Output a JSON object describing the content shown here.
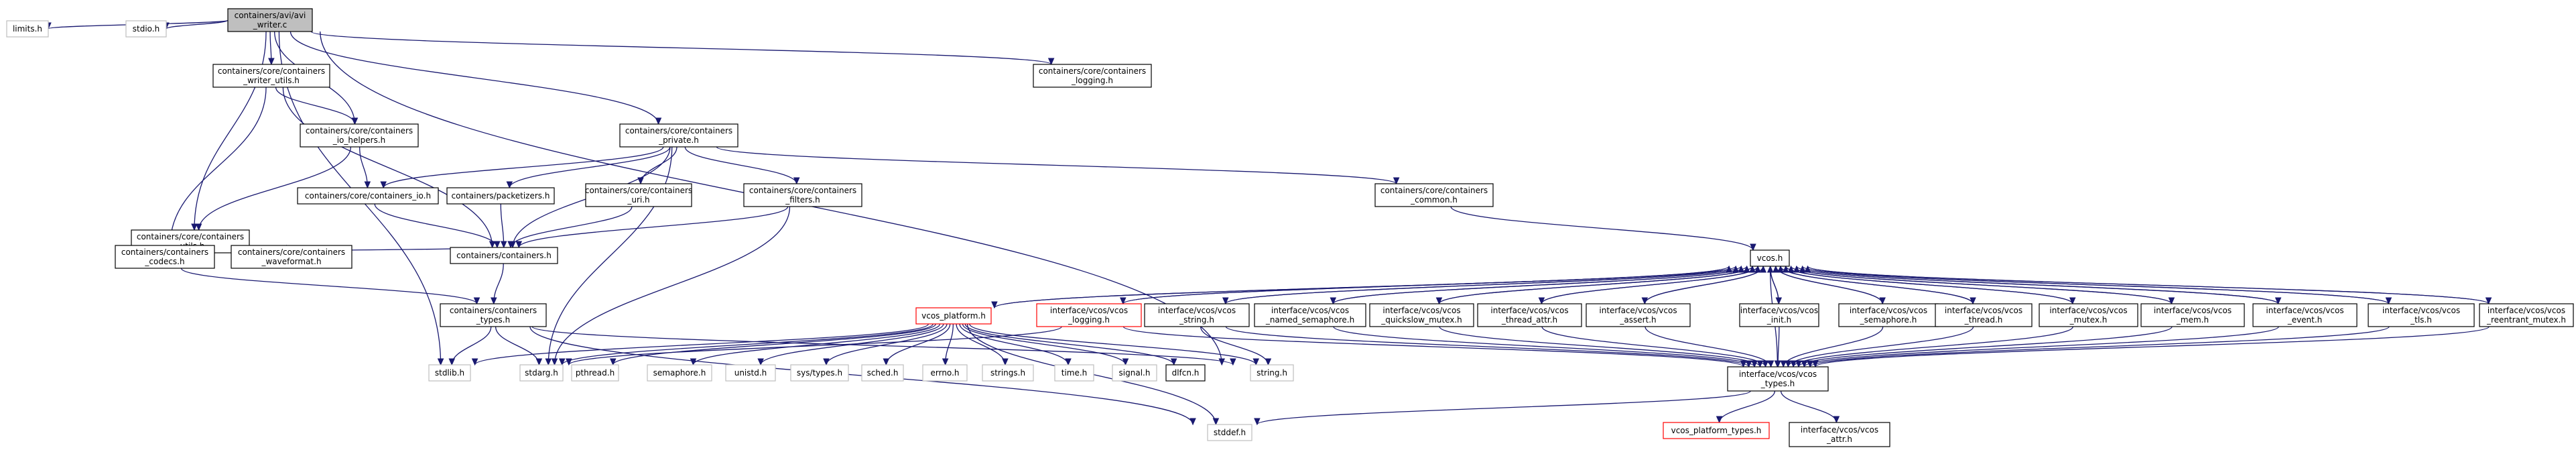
{
  "graph": {
    "nodes": [
      {
        "id": "avi_writer",
        "lines": [
          "containers/avi/avi",
          "_writer.c"
        ],
        "style": "root"
      },
      {
        "id": "limits",
        "lines": [
          "limits.h"
        ],
        "style": "plain"
      },
      {
        "id": "stdio",
        "lines": [
          "stdio.h"
        ],
        "style": "plain"
      },
      {
        "id": "writer_utils",
        "lines": [
          "containers/core/containers",
          "_writer_utils.h"
        ],
        "style": "box"
      },
      {
        "id": "logging_top",
        "lines": [
          "containers/core/containers",
          "_logging.h"
        ],
        "style": "box"
      },
      {
        "id": "io_helpers",
        "lines": [
          "containers/core/containers",
          "_io_helpers.h"
        ],
        "style": "box"
      },
      {
        "id": "private",
        "lines": [
          "containers/core/containers",
          "_private.h"
        ],
        "style": "box"
      },
      {
        "id": "core_utils",
        "lines": [
          "containers/core/containers",
          "_utils.h"
        ],
        "style": "box"
      },
      {
        "id": "io",
        "lines": [
          "containers/core/containers_io.h"
        ],
        "style": "box"
      },
      {
        "id": "packetizers",
        "lines": [
          "containers/packetizers.h"
        ],
        "style": "box"
      },
      {
        "id": "uri",
        "lines": [
          "containers/core/containers",
          "_uri.h"
        ],
        "style": "box"
      },
      {
        "id": "filters",
        "lines": [
          "containers/core/containers",
          "_filters.h"
        ],
        "style": "box"
      },
      {
        "id": "common",
        "lines": [
          "containers/core/containers",
          "_common.h"
        ],
        "style": "box"
      },
      {
        "id": "codecs",
        "lines": [
          "containers/containers",
          "_codecs.h"
        ],
        "style": "box"
      },
      {
        "id": "waveformat",
        "lines": [
          "containers/core/containers",
          "_waveformat.h"
        ],
        "style": "box"
      },
      {
        "id": "containers_h",
        "lines": [
          "containers/containers.h"
        ],
        "style": "box"
      },
      {
        "id": "containers_types",
        "lines": [
          "containers/containers",
          "_types.h"
        ],
        "style": "box"
      },
      {
        "id": "vcos",
        "lines": [
          "vcos.h"
        ],
        "style": "box"
      },
      {
        "id": "vcos_platform",
        "lines": [
          "vcos_platform.h"
        ],
        "style": "red"
      },
      {
        "id": "if_logging",
        "lines": [
          "interface/vcos/vcos",
          "_logging.h"
        ],
        "style": "red"
      },
      {
        "id": "if_string",
        "lines": [
          "interface/vcos/vcos",
          "_string.h"
        ],
        "style": "box"
      },
      {
        "id": "if_named_sem",
        "lines": [
          "interface/vcos/vcos",
          "_named_semaphore.h"
        ],
        "style": "box"
      },
      {
        "id": "if_quickslow",
        "lines": [
          "interface/vcos/vcos",
          "_quickslow_mutex.h"
        ],
        "style": "box"
      },
      {
        "id": "if_thread_attr",
        "lines": [
          "interface/vcos/vcos",
          "_thread_attr.h"
        ],
        "style": "box"
      },
      {
        "id": "if_assert",
        "lines": [
          "interface/vcos/vcos",
          "_assert.h"
        ],
        "style": "box"
      },
      {
        "id": "if_init",
        "lines": [
          "interface/vcos/vcos",
          "_init.h"
        ],
        "style": "box"
      },
      {
        "id": "if_semaphore",
        "lines": [
          "interface/vcos/vcos",
          "_semaphore.h"
        ],
        "style": "box"
      },
      {
        "id": "if_thread",
        "lines": [
          "interface/vcos/vcos",
          "_thread.h"
        ],
        "style": "box"
      },
      {
        "id": "if_mutex",
        "lines": [
          "interface/vcos/vcos",
          "_mutex.h"
        ],
        "style": "box"
      },
      {
        "id": "if_mem",
        "lines": [
          "interface/vcos/vcos",
          "_mem.h"
        ],
        "style": "box"
      },
      {
        "id": "if_event",
        "lines": [
          "interface/vcos/vcos",
          "_event.h"
        ],
        "style": "box"
      },
      {
        "id": "if_tls",
        "lines": [
          "interface/vcos/vcos",
          "_tls.h"
        ],
        "style": "box"
      },
      {
        "id": "if_reentrant",
        "lines": [
          "interface/vcos/vcos",
          "_reentrant_mutex.h"
        ],
        "style": "box"
      },
      {
        "id": "if_types",
        "lines": [
          "interface/vcos/vcos",
          "_types.h"
        ],
        "style": "box"
      },
      {
        "id": "stdlib",
        "lines": [
          "stdlib.h"
        ],
        "style": "plain"
      },
      {
        "id": "stdarg",
        "lines": [
          "stdarg.h"
        ],
        "style": "plain"
      },
      {
        "id": "pthread",
        "lines": [
          "pthread.h"
        ],
        "style": "plain"
      },
      {
        "id": "semaphore",
        "lines": [
          "semaphore.h"
        ],
        "style": "plain"
      },
      {
        "id": "unistd",
        "lines": [
          "unistd.h"
        ],
        "style": "plain"
      },
      {
        "id": "sys_types",
        "lines": [
          "sys/types.h"
        ],
        "style": "plain"
      },
      {
        "id": "sched",
        "lines": [
          "sched.h"
        ],
        "style": "plain"
      },
      {
        "id": "errno",
        "lines": [
          "errno.h"
        ],
        "style": "plain"
      },
      {
        "id": "strings",
        "lines": [
          "strings.h"
        ],
        "style": "plain"
      },
      {
        "id": "time",
        "lines": [
          "time.h"
        ],
        "style": "plain"
      },
      {
        "id": "signal",
        "lines": [
          "signal.h"
        ],
        "style": "plain"
      },
      {
        "id": "dlfcn",
        "lines": [
          "dlfcn.h"
        ],
        "style": "box"
      },
      {
        "id": "string",
        "lines": [
          "string.h"
        ],
        "style": "plain"
      },
      {
        "id": "stddef",
        "lines": [
          "stddef.h"
        ],
        "style": "plain"
      },
      {
        "id": "platform_types",
        "lines": [
          "vcos_platform_types.h"
        ],
        "style": "red"
      },
      {
        "id": "if_attr",
        "lines": [
          "interface/vcos/vcos",
          "_attr.h"
        ],
        "style": "box"
      }
    ],
    "edges": [
      [
        "avi_writer",
        "limits"
      ],
      [
        "avi_writer",
        "stdio"
      ],
      [
        "avi_writer",
        "writer_utils"
      ],
      [
        "avi_writer",
        "io_helpers"
      ],
      [
        "avi_writer",
        "private"
      ],
      [
        "avi_writer",
        "logging_top"
      ],
      [
        "avi_writer",
        "core_utils"
      ],
      [
        "avi_writer",
        "stdlib"
      ],
      [
        "avi_writer",
        "string"
      ],
      [
        "writer_utils",
        "io_helpers"
      ],
      [
        "writer_utils",
        "codecs"
      ],
      [
        "writer_utils",
        "containers_h"
      ],
      [
        "io_helpers",
        "core_utils"
      ],
      [
        "io_helpers",
        "io"
      ],
      [
        "private",
        "io"
      ],
      [
        "private",
        "packetizers"
      ],
      [
        "private",
        "uri"
      ],
      [
        "private",
        "filters"
      ],
      [
        "private",
        "common"
      ],
      [
        "private",
        "containers_h"
      ],
      [
        "private",
        "stdarg"
      ],
      [
        "core_utils",
        "codecs"
      ],
      [
        "core_utils",
        "waveformat"
      ],
      [
        "core_utils",
        "containers_h"
      ],
      [
        "io",
        "containers_h"
      ],
      [
        "packetizers",
        "containers_h"
      ],
      [
        "uri",
        "containers_h"
      ],
      [
        "filters",
        "containers_h"
      ],
      [
        "filters",
        "stdarg"
      ],
      [
        "common",
        "vcos"
      ],
      [
        "codecs",
        "containers_types"
      ],
      [
        "containers_h",
        "containers_types"
      ],
      [
        "containers_types",
        "stdlib"
      ],
      [
        "containers_types",
        "stdarg"
      ],
      [
        "containers_types",
        "stddef"
      ],
      [
        "containers_types",
        "string"
      ],
      [
        "vcos",
        "vcos_platform"
      ],
      [
        "vcos",
        "if_logging"
      ],
      [
        "vcos",
        "if_string"
      ],
      [
        "vcos",
        "if_named_sem"
      ],
      [
        "vcos",
        "if_quickslow"
      ],
      [
        "vcos",
        "if_thread_attr"
      ],
      [
        "vcos",
        "if_assert"
      ],
      [
        "vcos",
        "if_init"
      ],
      [
        "vcos",
        "if_semaphore"
      ],
      [
        "vcos",
        "if_thread"
      ],
      [
        "vcos",
        "if_mutex"
      ],
      [
        "vcos",
        "if_mem"
      ],
      [
        "vcos",
        "if_event"
      ],
      [
        "vcos",
        "if_tls"
      ],
      [
        "vcos",
        "if_reentrant"
      ],
      [
        "vcos",
        "if_types"
      ],
      [
        "vcos_platform",
        "vcos"
      ],
      [
        "vcos_platform",
        "stdarg"
      ],
      [
        "vcos_platform",
        "stdlib"
      ],
      [
        "vcos_platform",
        "pthread"
      ],
      [
        "vcos_platform",
        "semaphore"
      ],
      [
        "vcos_platform",
        "unistd"
      ],
      [
        "vcos_platform",
        "sys_types"
      ],
      [
        "vcos_platform",
        "sched"
      ],
      [
        "vcos_platform",
        "errno"
      ],
      [
        "vcos_platform",
        "strings"
      ],
      [
        "vcos_platform",
        "time"
      ],
      [
        "vcos_platform",
        "signal"
      ],
      [
        "vcos_platform",
        "dlfcn"
      ],
      [
        "vcos_platform",
        "string"
      ],
      [
        "vcos_platform",
        "stddef"
      ],
      [
        "if_logging",
        "vcos"
      ],
      [
        "if_logging",
        "if_types"
      ],
      [
        "if_logging",
        "stdarg"
      ],
      [
        "if_string",
        "vcos"
      ],
      [
        "if_string",
        "if_types"
      ],
      [
        "if_string",
        "string"
      ],
      [
        "if_named_sem",
        "vcos"
      ],
      [
        "if_named_sem",
        "if_types"
      ],
      [
        "if_quickslow",
        "vcos"
      ],
      [
        "if_quickslow",
        "if_types"
      ],
      [
        "if_thread_attr",
        "vcos"
      ],
      [
        "if_thread_attr",
        "if_types"
      ],
      [
        "if_assert",
        "vcos"
      ],
      [
        "if_assert",
        "if_types"
      ],
      [
        "if_init",
        "vcos"
      ],
      [
        "if_init",
        "if_types"
      ],
      [
        "if_semaphore",
        "vcos"
      ],
      [
        "if_semaphore",
        "if_types"
      ],
      [
        "if_thread",
        "vcos"
      ],
      [
        "if_thread",
        "if_types"
      ],
      [
        "if_mutex",
        "vcos"
      ],
      [
        "if_mutex",
        "if_types"
      ],
      [
        "if_mem",
        "vcos"
      ],
      [
        "if_mem",
        "if_types"
      ],
      [
        "if_event",
        "vcos"
      ],
      [
        "if_event",
        "if_types"
      ],
      [
        "if_tls",
        "vcos"
      ],
      [
        "if_tls",
        "if_types"
      ],
      [
        "if_reentrant",
        "vcos"
      ],
      [
        "if_reentrant",
        "if_types"
      ],
      [
        "if_types",
        "stddef"
      ],
      [
        "if_types",
        "platform_types"
      ],
      [
        "if_types",
        "if_attr"
      ]
    ]
  },
  "colors": {
    "edge": "#191970",
    "root_fill": "#bfbfbf",
    "box_border": "#000000",
    "red_border": "#ff0000",
    "plain_border": "#bfbfbf",
    "text": "#000000"
  }
}
